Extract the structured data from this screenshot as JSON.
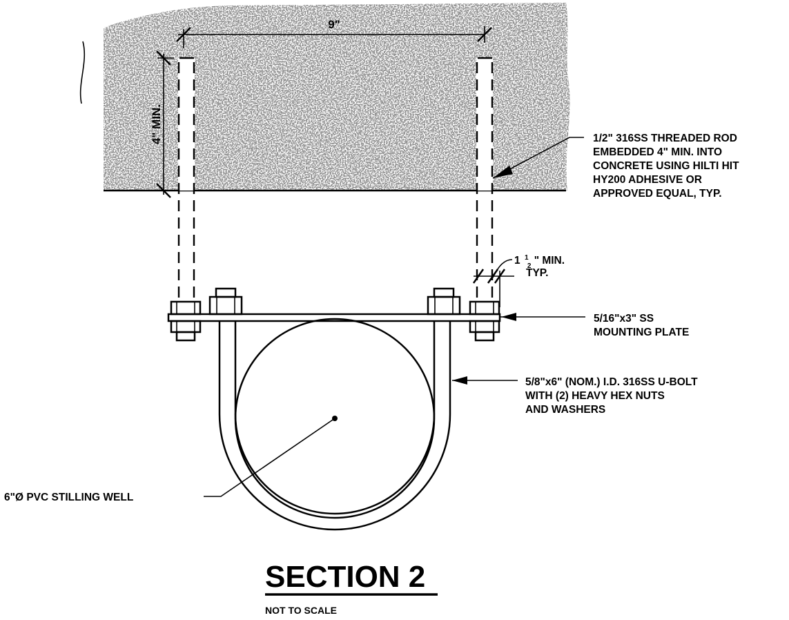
{
  "dimensions": {
    "spacing": "9\"",
    "embed_depth": "4\" MIN.",
    "edge_min_whole": "1",
    "edge_min_num": "1",
    "edge_min_den": "2",
    "edge_min_rest": "\" MIN.",
    "edge_min_typ": "TYP."
  },
  "callouts": {
    "threaded_rod": [
      "1/2\" 316SS THREADED ROD",
      "EMBEDDED 4\" MIN. INTO",
      "CONCRETE USING HILTI HIT",
      "HY200 ADHESIVE OR",
      "APPROVED EQUAL, TYP."
    ],
    "mounting_plate": [
      "5/16\"x3\" SS",
      "MOUNTING PLATE"
    ],
    "u_bolt": [
      "5/8\"x6\" (NOM.) I.D. 316SS U-BOLT",
      "WITH (2) HEAVY HEX NUTS",
      "AND WASHERS"
    ],
    "stilling_well": "6\"Ø PVC STILLING WELL"
  },
  "title": "SECTION 2",
  "subtitle": "NOT TO SCALE"
}
